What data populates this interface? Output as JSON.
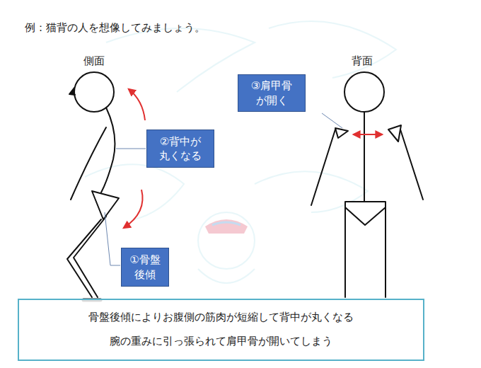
{
  "diagram": {
    "title": "例：猫背の人を想像してみましょう。",
    "nodes": [
      {
        "text": [
          "③肩甲骨 が開く"
        ]
      },
      {
        "text": [
          "②背中が 丸くなる"
        ]
      },
      {
        "text": [
          "①骨盤 後傾"
        ]
      },
      {
        "text": [
          "骨盤後傾によりお腹側の筋肉が短縮して背中が丸くなる",
          "腕の重みに引っ張られて肩甲骨が開いてしまう"
        ]
      }
    ],
    "labels": [
      "側面",
      "背面"
    ]
  }
}
